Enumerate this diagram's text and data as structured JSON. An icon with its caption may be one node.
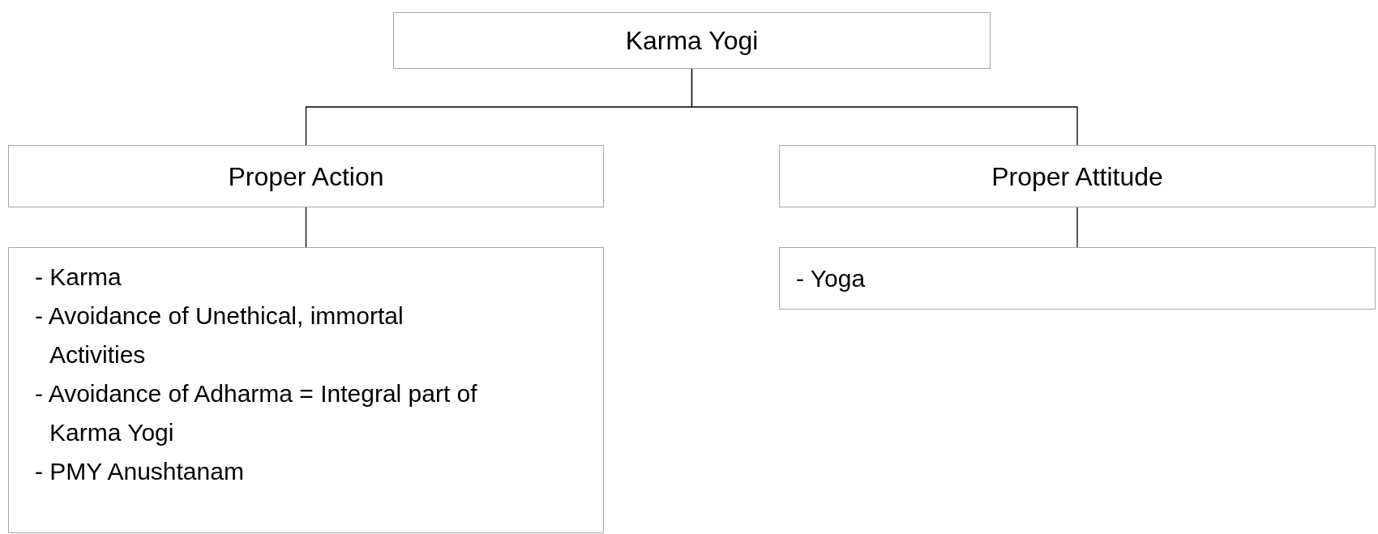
{
  "diagram": {
    "nodes": [
      {
        "text": [
          "Karma Yogi"
        ]
      },
      {
        "text": [
          "Proper Action"
        ]
      },
      {
        "text": [
          "Proper Attitude"
        ]
      },
      {
        "text": [
          "- Karma",
          "- Avoidance of Unethical, immortal Activities",
          "- Avoidance of Adharma = Integral part of Karma Yogi",
          "- PMY Anushtanam"
        ]
      },
      {
        "text": [
          "- Yoga"
        ]
      }
    ],
    "edges": [
      {
        "from": 0,
        "to": 1,
        "arrow": "none"
      },
      {
        "from": 0,
        "to": 2,
        "arrow": "none"
      },
      {
        "from": 1,
        "to": 3,
        "arrow": "none"
      },
      {
        "from": 2,
        "to": 4,
        "arrow": "none"
      }
    ]
  }
}
